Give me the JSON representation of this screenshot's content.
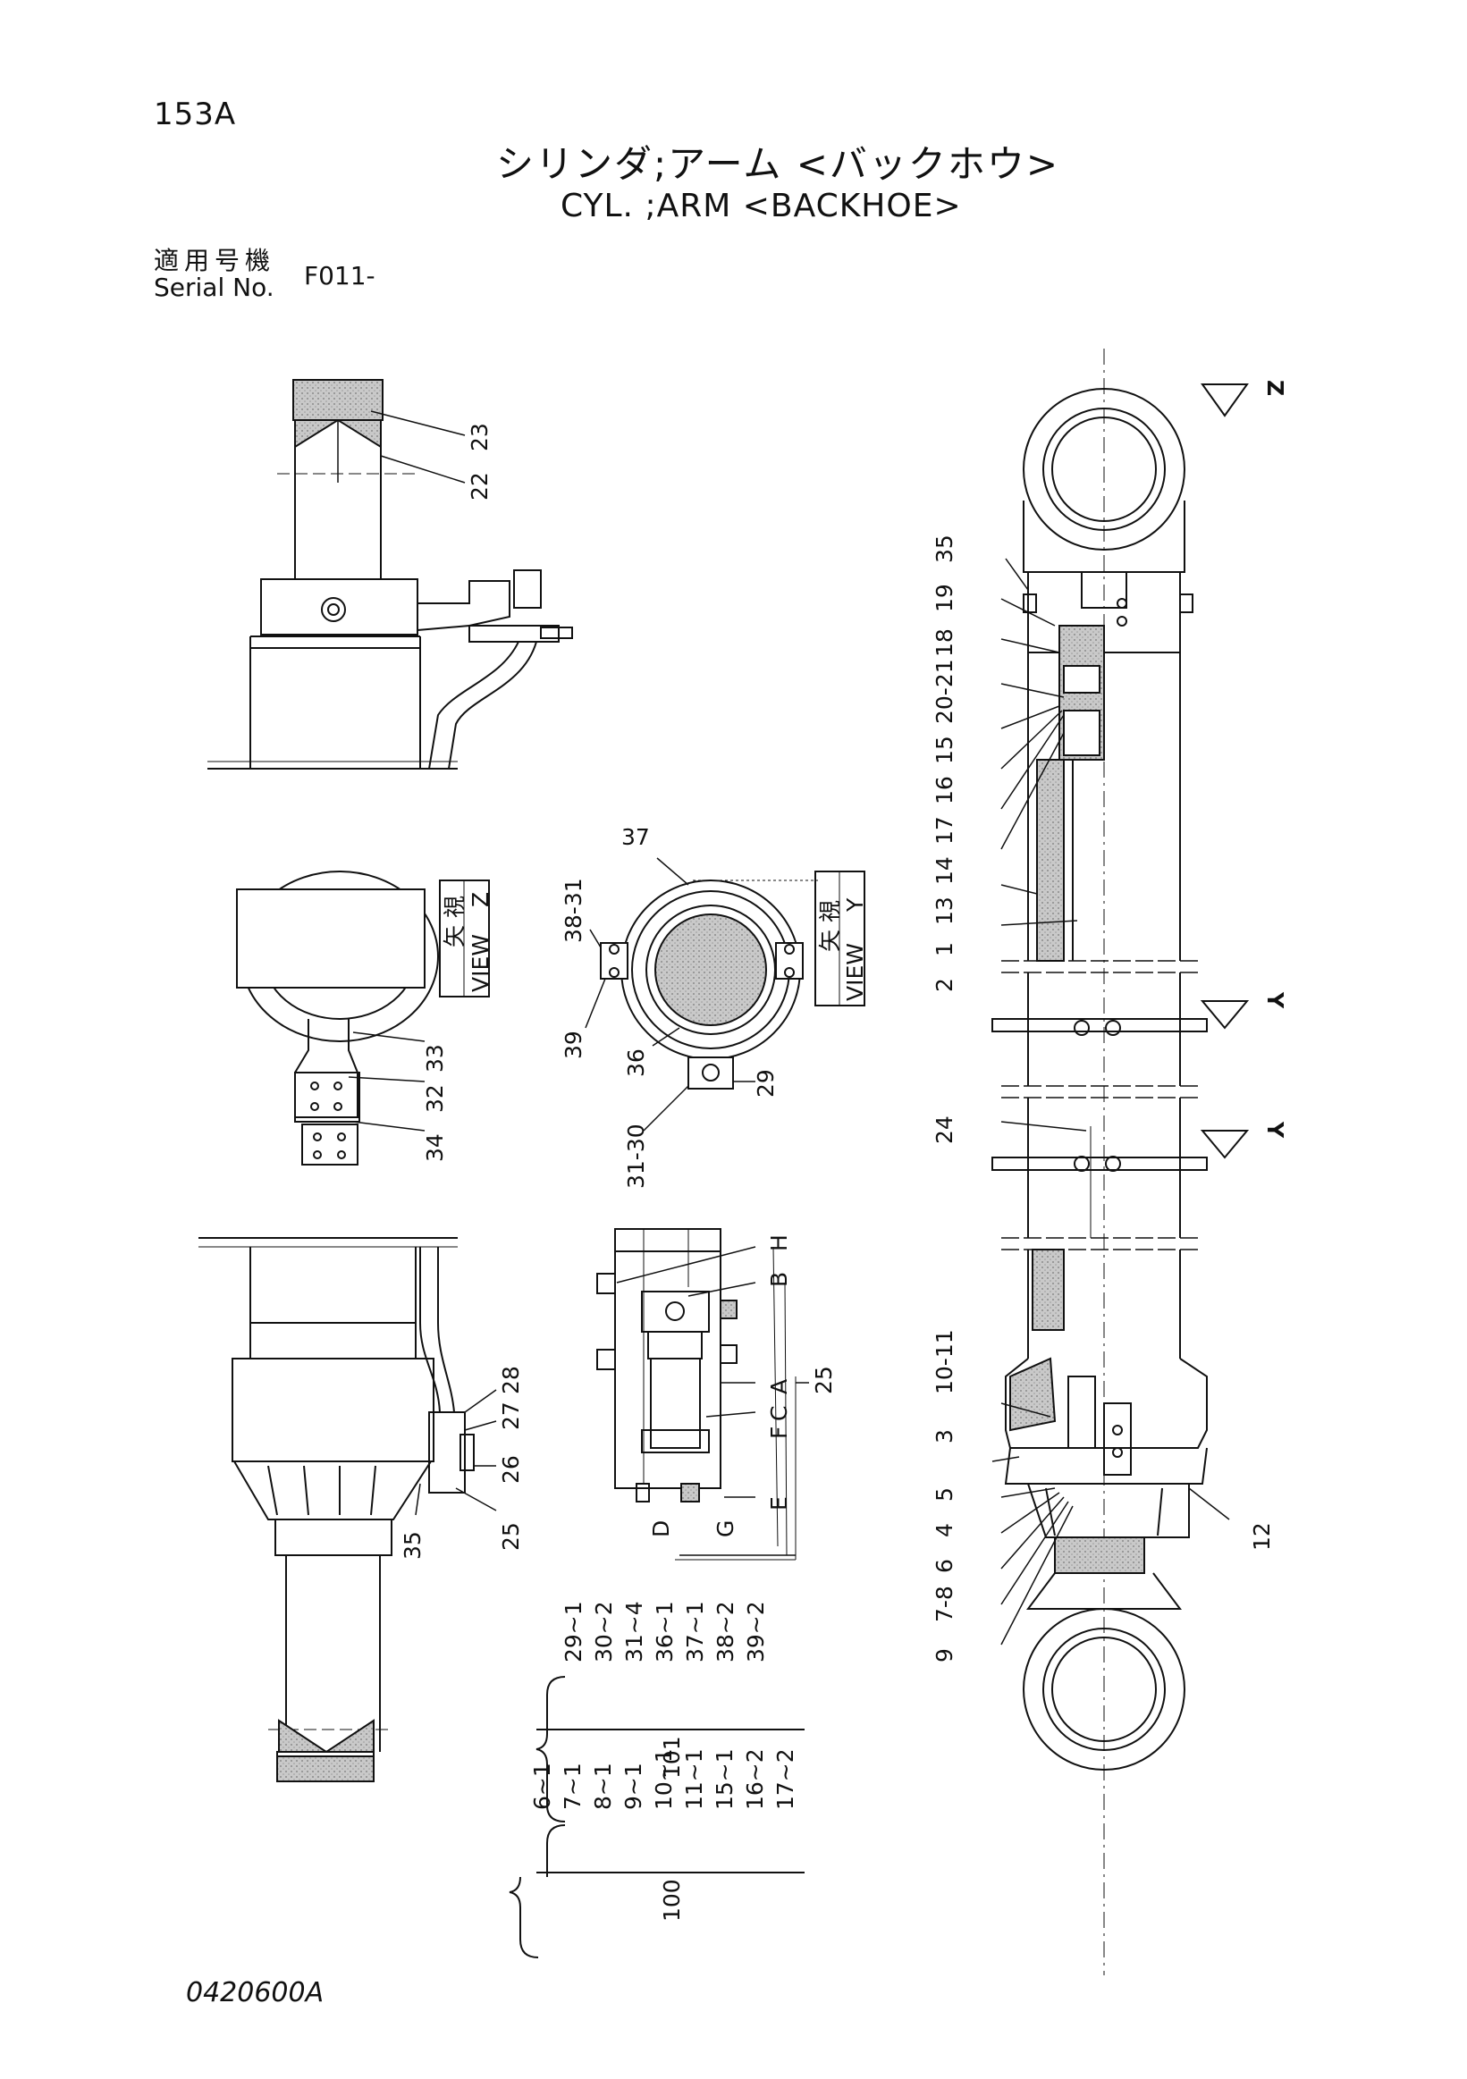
{
  "header": {
    "page_no": "153A",
    "title_jp": "シリンダ;アーム <バックホウ>",
    "title_en": "CYL. ;ARM <BACKHOE>",
    "serial_label_jp": "適用号機",
    "serial_label_en": "Serial No.",
    "serial_value": "F011-"
  },
  "drawing_no": "0420600A",
  "views": {
    "view_z": {
      "kanji": "矢 視",
      "label": "VIEW",
      "letter": "Z"
    },
    "view_y": {
      "kanji": "矢 視",
      "label": "VIEW",
      "letter": "Y"
    },
    "markers": [
      "Z",
      "Y",
      "Y"
    ]
  },
  "callouts": {
    "top_left": [
      "23",
      "22"
    ],
    "view_z": [
      "33",
      "32",
      "34"
    ],
    "view_y": [
      "37",
      "38-31",
      "39",
      "36",
      "29",
      "31-30"
    ],
    "bottom_left": [
      "28",
      "27",
      "26",
      "25",
      "35"
    ],
    "valve_section": [
      "H",
      "B",
      "A",
      "C",
      "F",
      "E",
      "G",
      "D",
      "25"
    ],
    "main_cylinder": [
      "35",
      "19",
      "18",
      "20-21",
      "15",
      "16",
      "17",
      "14",
      "13",
      "1",
      "2",
      "24",
      "10-11",
      "3",
      "5",
      "4",
      "6",
      "7-8",
      "9",
      "12"
    ]
  },
  "kits": {
    "kit_101": {
      "number": "101",
      "items": [
        "29~1",
        "30~2",
        "31~4",
        "36~1",
        "37~1",
        "38~2",
        "39~2"
      ]
    },
    "kit_100": {
      "number": "100",
      "items": [
        "6~1",
        "7~1",
        "8~1",
        "9~1",
        "10~1",
        "11~1",
        "15~1",
        "16~2",
        "17~2"
      ]
    }
  }
}
